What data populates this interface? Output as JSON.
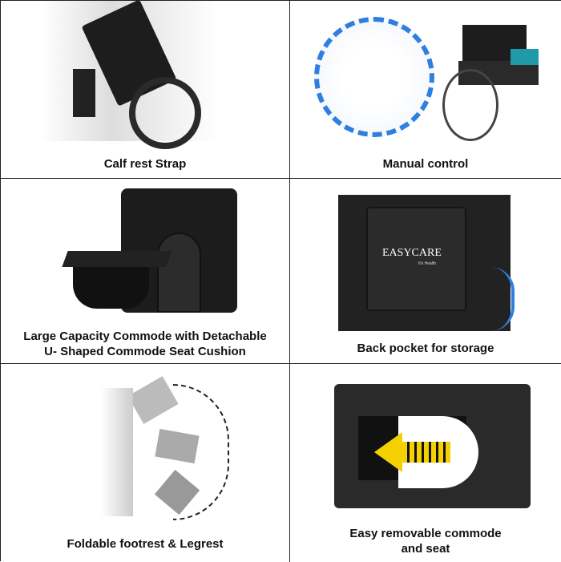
{
  "panels": [
    {
      "caption": "Calf rest Strap"
    },
    {
      "caption": "Manual control"
    },
    {
      "caption_line1": "Large Capacity Commode with Detachable",
      "caption_line2": "U- Shaped Commode Seat Cushion"
    },
    {
      "caption": "Back pocket for storage",
      "logo_text": "EASYCARE",
      "logo_tagline": "It's Health"
    },
    {
      "caption": "Foldable footrest & Legrest"
    },
    {
      "caption_line1": "Easy removable commode",
      "caption_line2": "and seat"
    }
  ],
  "colors": {
    "accent_blue": "#2f7fe0",
    "arrow_yellow": "#f5d000",
    "black": "#1b1b1b"
  }
}
